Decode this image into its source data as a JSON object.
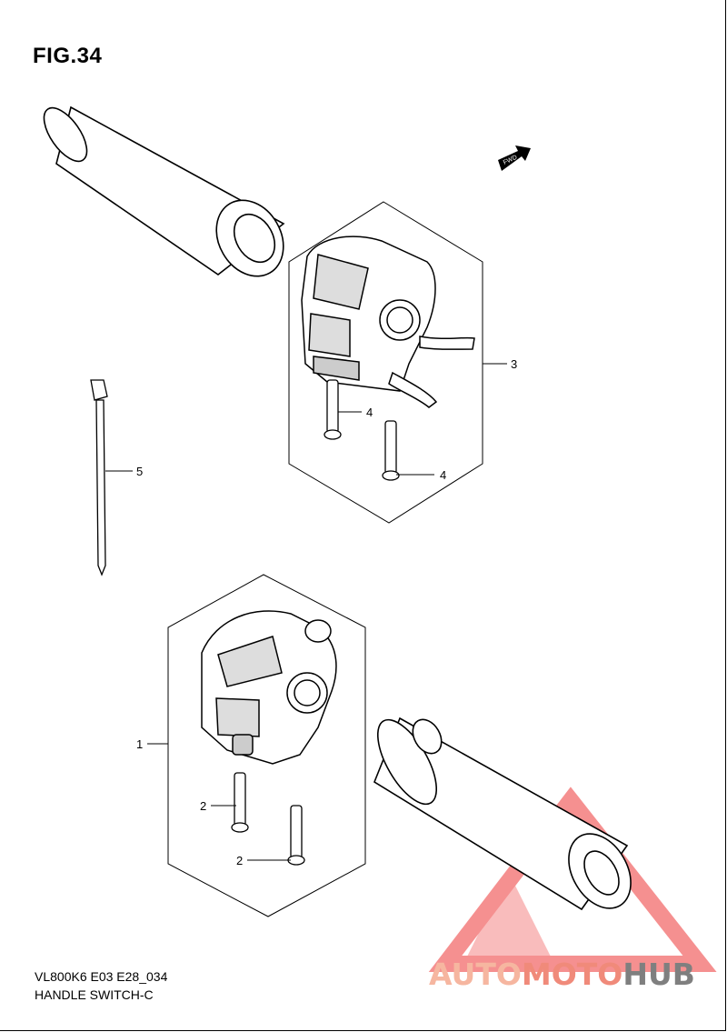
{
  "figure": {
    "title": "FIG.34",
    "model_code": "VL800K6 E03 E28_034",
    "group_name": "HANDLE SWITCH-C",
    "fwd_label": "FWD"
  },
  "callouts": [
    {
      "id": "1",
      "label": "1"
    },
    {
      "id": "2a",
      "label": "2"
    },
    {
      "id": "2b",
      "label": "2"
    },
    {
      "id": "3",
      "label": "3"
    },
    {
      "id": "4a",
      "label": "4"
    },
    {
      "id": "4b",
      "label": "4"
    },
    {
      "id": "5",
      "label": "5"
    }
  ],
  "watermark": {
    "part1": "AUTO",
    "part2": "MOTO",
    "part3": "HUB",
    "colors": {
      "part1": "#f6b6a0",
      "part2": "#f08a7a",
      "part3": "#7f7f7f",
      "triangle": "#f26b6b"
    }
  }
}
